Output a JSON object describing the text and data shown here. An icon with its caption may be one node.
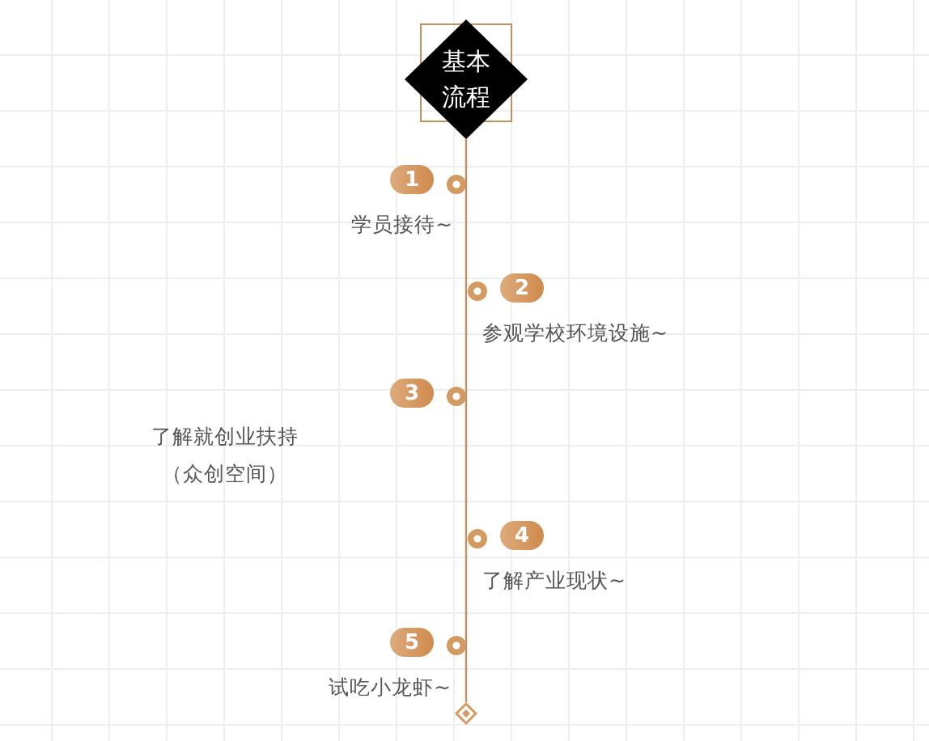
{
  "diagram": {
    "nodes": [
      {
        "text": [
          "基本流程"
        ]
      },
      {
        "text": [
          "1"
        ],
        "beside": [
          "学员接待~"
        ]
      },
      {
        "text": [
          "2"
        ],
        "beside": [
          "参观学校环境设施~"
        ]
      },
      {
        "text": [
          "3"
        ]
      },
      {
        "text": [
          "4"
        ],
        "beside": [
          "了解产业现状~"
        ]
      },
      {
        "text": [
          "5"
        ],
        "beside": [
          "试吃小龙虾~"
        ]
      },
      {
        "text": [],
        "shape": "diamond"
      }
    ],
    "edges": [
      {
        "from": 0,
        "to": 6,
        "arrow": "none"
      }
    ],
    "labels": [
      "了解就创业扶持（众创空间）"
    ]
  }
}
